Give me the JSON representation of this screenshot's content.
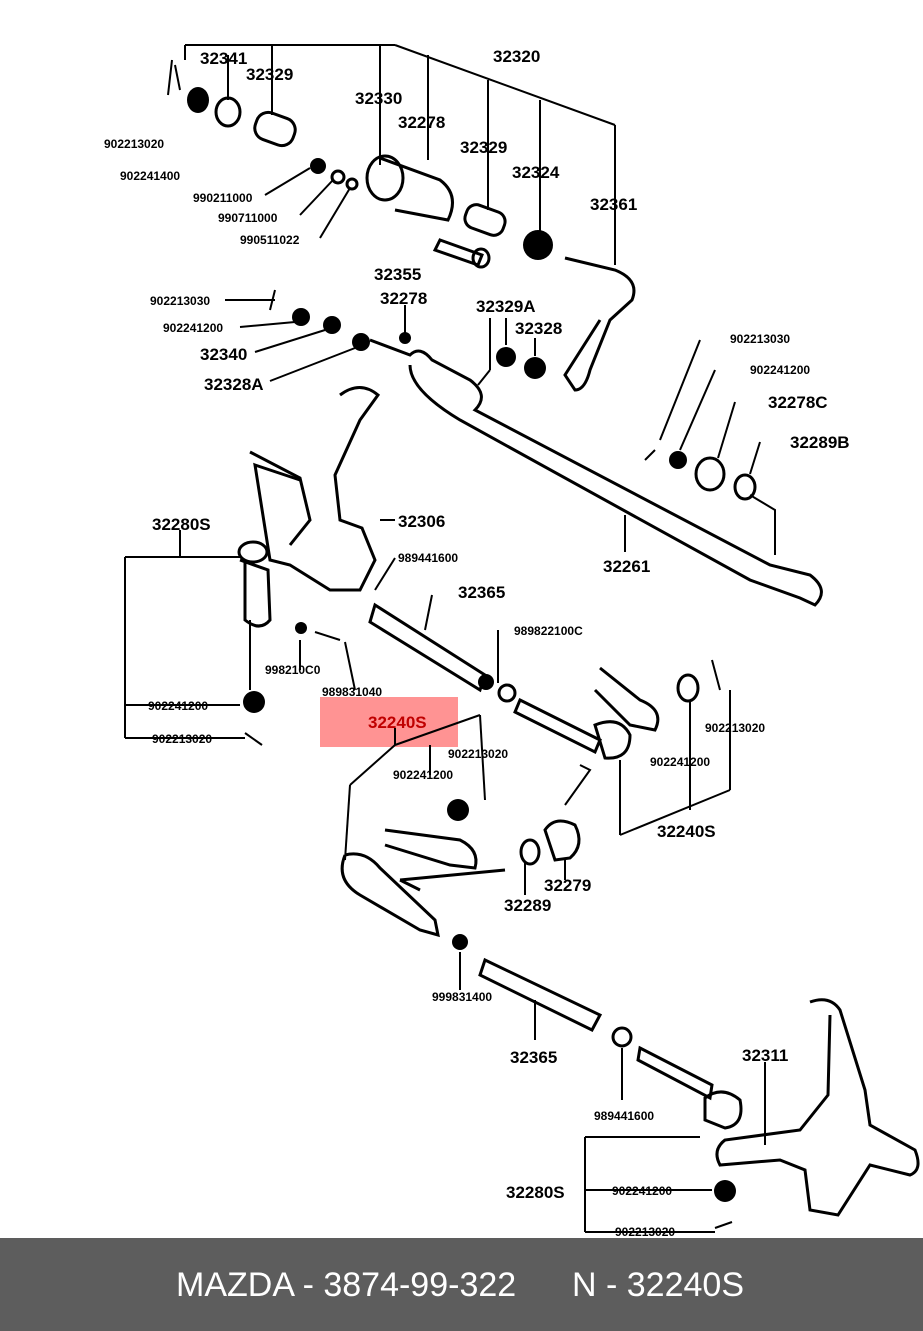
{
  "diagram": {
    "labels_top": [
      "32341",
      "32329",
      "32330",
      "32278",
      "32320",
      "32329",
      "32324",
      "32361",
      "902213020",
      "902241400",
      "990211000",
      "990711000",
      "990511022",
      "32355"
    ],
    "labels_mid": [
      "902213030",
      "902241200",
      "32340",
      "32328A",
      "32278",
      "32329A",
      "32328",
      "902213030",
      "902241200",
      "32278C",
      "32289B",
      "32280S",
      "32306",
      "989441600",
      "32365",
      "32261"
    ],
    "labels_low": [
      "989822100C",
      "998210C0",
      "989831040",
      "902241200",
      "902213020",
      "32240S",
      "902213020",
      "902241200",
      "902241200",
      "32240S",
      "32289",
      "32279"
    ],
    "labels_bottom": [
      "999831400",
      "32365",
      "989441600",
      "32311",
      "32280S",
      "902241200",
      "902213020"
    ],
    "highlight_label": "32240S",
    "highlight_color": "#ff8080"
  },
  "footer": {
    "brand_text": "MAZDA - 3874-99-322",
    "part_text": "N - 32240S",
    "bg_color": "#5d5d5d"
  }
}
